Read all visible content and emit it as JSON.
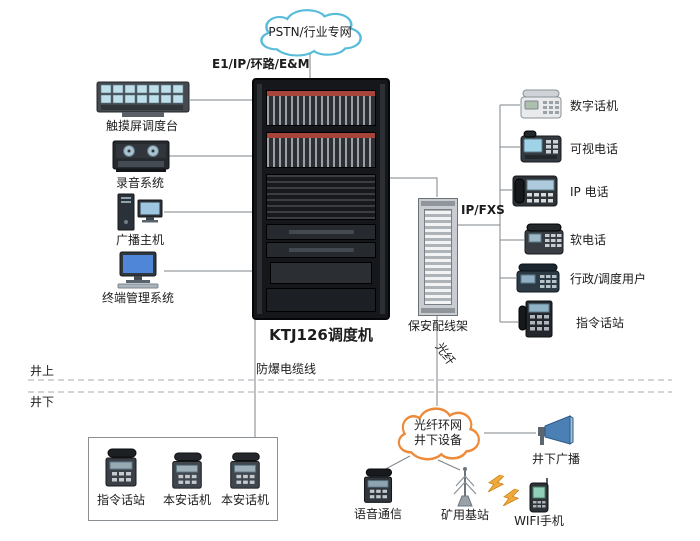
{
  "clouds": {
    "pstn": "PSTN/行业专网",
    "fiber_line1": "光纤环网",
    "fiber_line2": "井下设备"
  },
  "labels": {
    "e1_link": "E1/IP/环路/E&M",
    "ip_fxs": "IP/FXS",
    "fiber": "光纤",
    "blast_cable": "防爆电缆线",
    "above_ground": "井上",
    "below_ground": "井下",
    "rack": "KTJ126调度机",
    "frame": "保安配线架"
  },
  "left_devices": [
    "触摸屏调度台",
    "录音系统",
    "广播主机",
    "终端管理系统"
  ],
  "right_devices": [
    "数字话机",
    "可视电话",
    "IP 电话",
    "软电话",
    "行政/调度用户",
    "指令话站"
  ],
  "underground_box_devices": [
    "指令话站",
    "本安话机",
    "本安话机"
  ],
  "underground_devices": {
    "voice": "语音通信",
    "base_station": "矿用基站",
    "wifi_phone": "WIFI手机",
    "broadcast": "井下广播"
  }
}
